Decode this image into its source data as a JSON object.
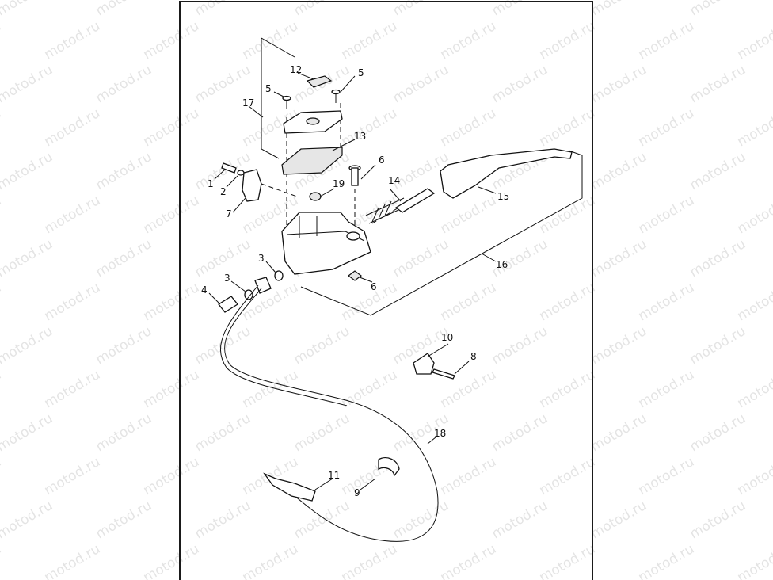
{
  "watermark": "motod.ru",
  "callouts": [
    {
      "id": "c1",
      "label": "1"
    },
    {
      "id": "c2",
      "label": "2"
    },
    {
      "id": "c3a",
      "label": "3"
    },
    {
      "id": "c3b",
      "label": "3"
    },
    {
      "id": "c4",
      "label": "4"
    },
    {
      "id": "c5a",
      "label": "5"
    },
    {
      "id": "c5b",
      "label": "5"
    },
    {
      "id": "c6a",
      "label": "6"
    },
    {
      "id": "c6b",
      "label": "6"
    },
    {
      "id": "c7",
      "label": "7"
    },
    {
      "id": "c8",
      "label": "8"
    },
    {
      "id": "c9",
      "label": "9"
    },
    {
      "id": "c10",
      "label": "10"
    },
    {
      "id": "c11",
      "label": "11"
    },
    {
      "id": "c12",
      "label": "12"
    },
    {
      "id": "c13",
      "label": "13"
    },
    {
      "id": "c14",
      "label": "14"
    },
    {
      "id": "c15",
      "label": "15"
    },
    {
      "id": "c16",
      "label": "16"
    },
    {
      "id": "c17",
      "label": "17"
    },
    {
      "id": "c18",
      "label": "18"
    },
    {
      "id": "c19",
      "label": "19"
    }
  ]
}
